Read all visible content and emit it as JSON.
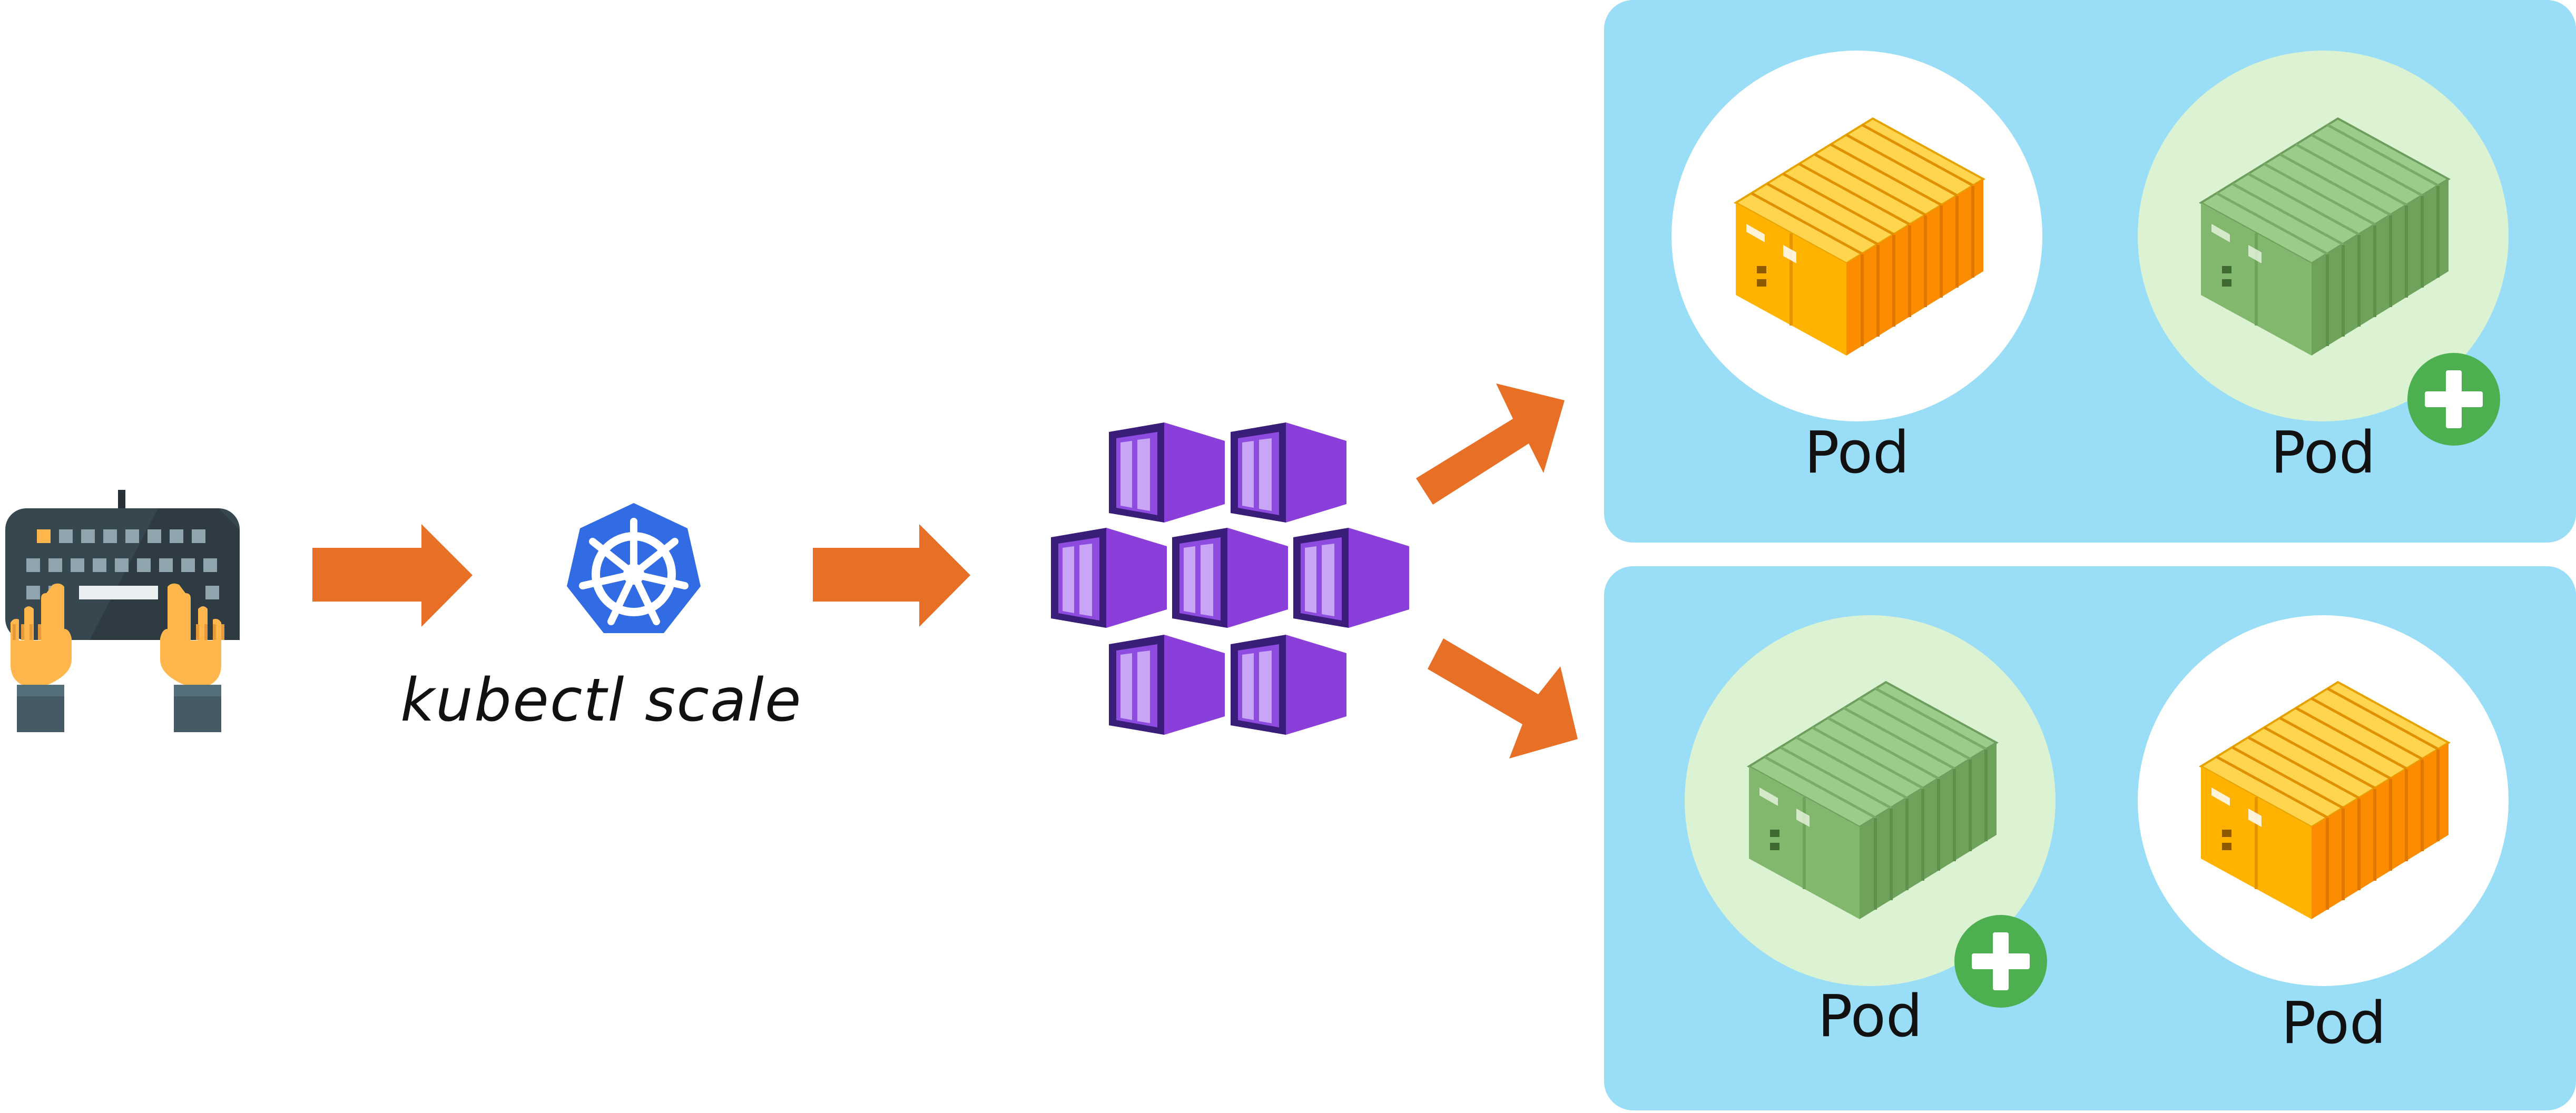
{
  "command": {
    "label": "kubectl scale"
  },
  "pods": [
    {
      "label": "Pod",
      "state": "existing",
      "color": "#FFA000"
    },
    {
      "label": "Pod",
      "state": "added",
      "color": "#7CB86A"
    },
    {
      "label": "Pod",
      "state": "added",
      "color": "#7CB86A"
    },
    {
      "label": "Pod",
      "state": "existing",
      "color": "#FFA000"
    }
  ],
  "colors": {
    "arrow": "#E86F26",
    "node_panel": "#99DDF7",
    "kubernetes": "#326CE5",
    "cluster_cube": "#8A3FDB",
    "add_badge": "#4CAF50"
  },
  "icons": [
    "keyboard-hands-icon",
    "kubernetes-icon",
    "container-registry-icon",
    "shipping-container-icon",
    "plus-badge-icon"
  ]
}
